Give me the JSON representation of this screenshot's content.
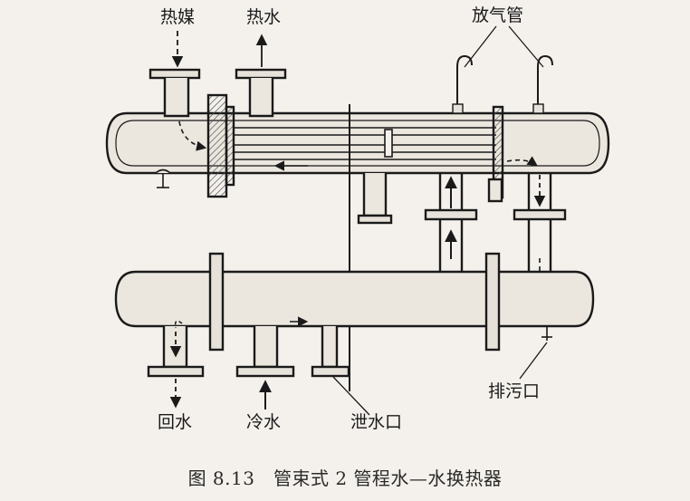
{
  "labels": {
    "hot_media": "热媒",
    "hot_water": "热水",
    "vent_pipe": "放气管",
    "drain_outlet": "排污口",
    "return_water": "回水",
    "cold_water": "冷水",
    "drain_water_outlet": "泄水口"
  },
  "caption": "图 8.13　管束式 2 管程水—水换热器",
  "colors": {
    "ink": "#1a1a1a",
    "paper": "#f4f1ec",
    "metal_fill": "#e6e2da",
    "hatch": "#555555"
  }
}
